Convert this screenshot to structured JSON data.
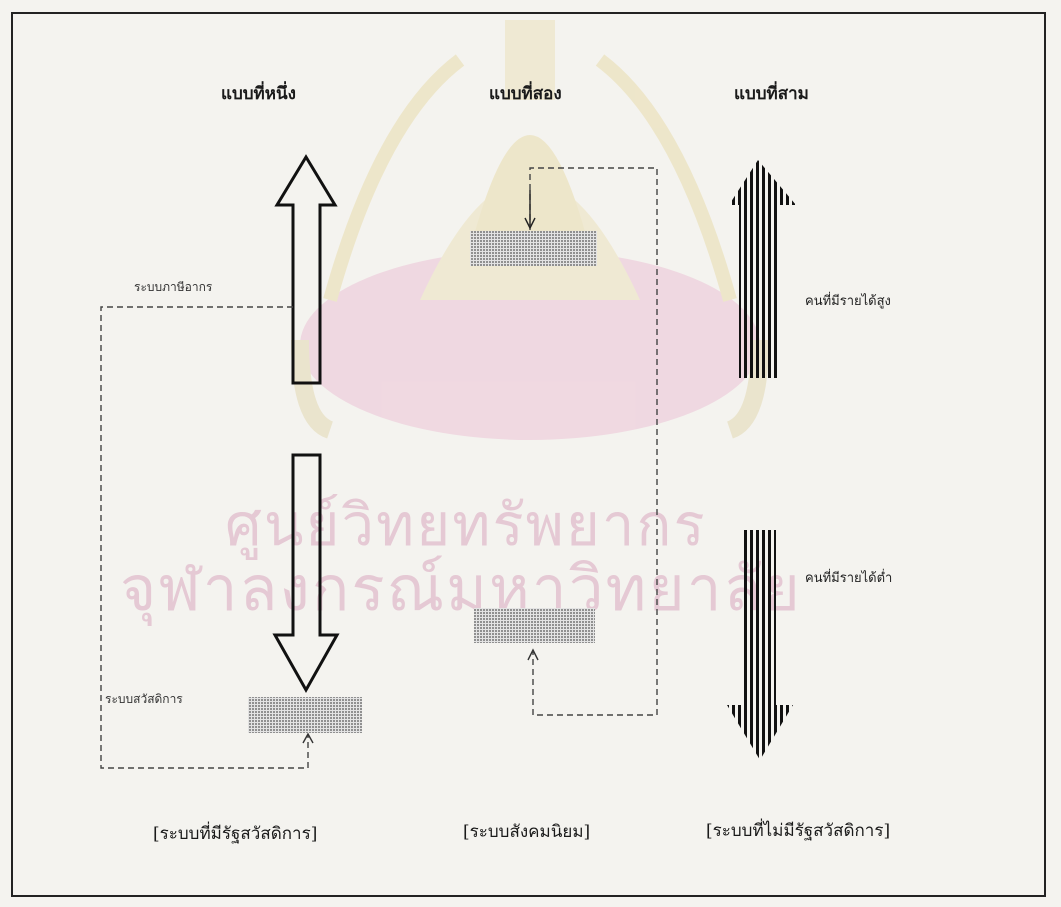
{
  "diagram": {
    "headings": {
      "model_one": "แบบที่หนึ่ง",
      "model_two": "แบบที่สอง",
      "model_three": "แบบที่สาม"
    },
    "labels": {
      "tax_system": "ระบบภาษีอากร",
      "welfare_system": "ระบบสวัสดิการ",
      "high_income": "คนที่มีรายได้สูง",
      "low_income": "คนที่มีรายได้ต่ำ"
    },
    "captions": {
      "model_one": "[ระบบที่มีรัฐสวัสดิการ]",
      "model_two": "[ระบบสังคมนิยม]",
      "model_three": "[ระบบที่ไม่มีรัฐสวัสดิการ]"
    }
  },
  "watermark": {
    "line1": "ศูนย์วิทยทรัพยากร",
    "line2": "จุฬาลงกรณ์มหาวิทยาลัย",
    "color": "#d9a7bf"
  }
}
